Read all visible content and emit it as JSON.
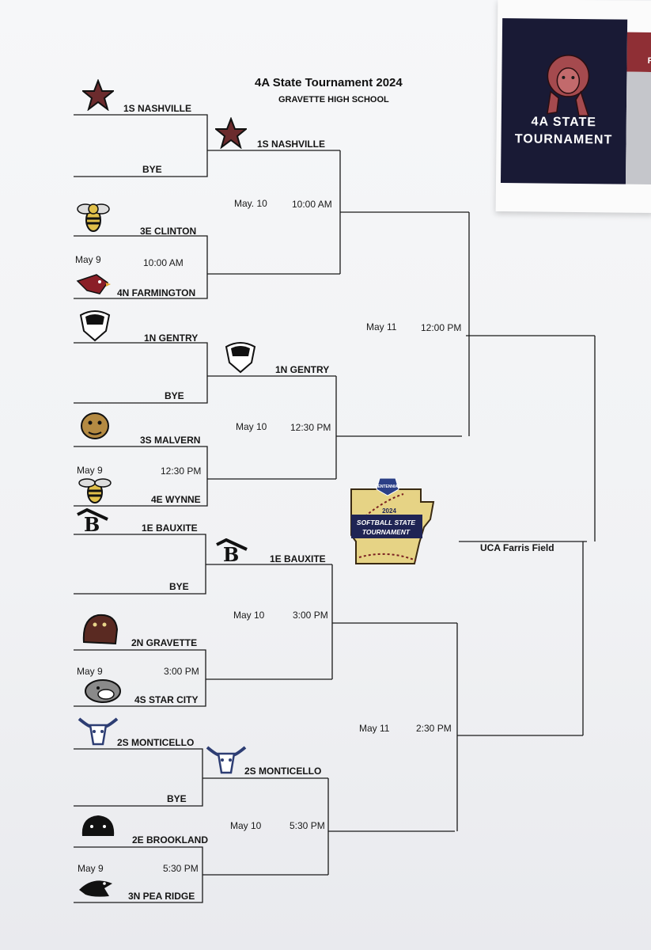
{
  "header": {
    "title": "4A State Tournament 2024",
    "host": "GRAVETTE HIGH SCHOOL"
  },
  "poster": {
    "title": "4A STATE\nTOURNAMENT",
    "edge_letter": "R"
  },
  "round1": [
    {
      "top": "1S NASHVILLE",
      "bottom": "BYE"
    },
    {
      "top": "3E CLINTON",
      "bottom": "4N FARMINGTON",
      "date": "May 9",
      "time": "10:00 AM"
    },
    {
      "top": "1N GENTRY",
      "bottom": "BYE"
    },
    {
      "top": "3S MALVERN",
      "bottom": "4E WYNNE",
      "date": "May 9",
      "time": "12:30 PM"
    },
    {
      "top": "1E  BAUXITE",
      "bottom": "BYE"
    },
    {
      "top": "2N GRAVETTE",
      "bottom": "4S STAR CITY",
      "date": "May 9",
      "time": "3:00 PM"
    },
    {
      "top": "2S MONTICELLO",
      "bottom": "BYE"
    },
    {
      "top": "2E BROOKLAND",
      "bottom": "3N PEA RIDGE",
      "date": "May 9",
      "time": "5:30 PM"
    }
  ],
  "round2": [
    {
      "team": "1S NASHVILLE",
      "date": "May. 10",
      "time": "10:00 AM"
    },
    {
      "team": "1N GENTRY",
      "date": "May 10",
      "time": "12:30 PM"
    },
    {
      "team": "1E  BAUXITE",
      "date": "May 10",
      "time": "3:00 PM"
    },
    {
      "team": "2S MONTICELLO",
      "date": "May 10",
      "time": "5:30 PM"
    }
  ],
  "semis": [
    {
      "date": "May 11",
      "time": "12:00 PM"
    },
    {
      "date": "May 11",
      "time": "2:30 PM"
    }
  ],
  "final": {
    "venue": "UCA Farris Field"
  },
  "center_logo": {
    "year": "2024",
    "line1": "SOFTBALL STATE",
    "line2": "TOURNAMENT",
    "badge": "CENTENNIAL"
  },
  "colors": {
    "line": "#1a1a1a",
    "navy": "#191a35",
    "gold": "#e8d58a",
    "maroon": "#5e1f24"
  }
}
